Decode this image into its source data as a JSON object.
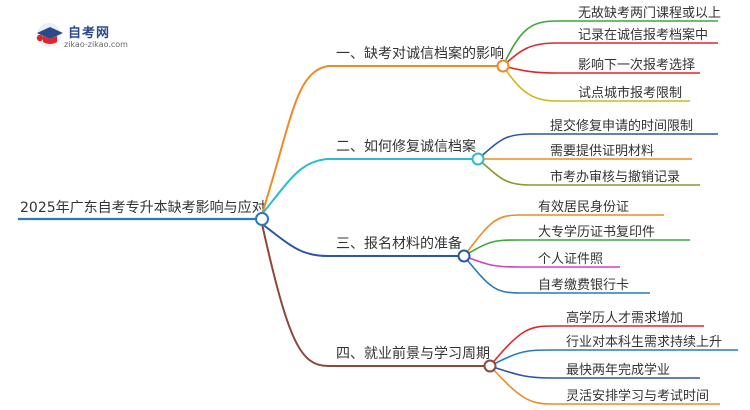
{
  "logo": {
    "name": "自考网",
    "url": "zikao-zikao.com"
  },
  "root": {
    "label": "2025年广东自考专升本缺考影响与应对"
  },
  "branches": [
    {
      "label": "一、缺考对诚信档案的影响",
      "color": "#f08a24",
      "leaves": [
        {
          "label": "无故缺考两门课程或以上",
          "color": "#3aa83a"
        },
        {
          "label": "记录在诚信报考档案中",
          "color": "#e0262a"
        },
        {
          "label": "影响下一次报考选择",
          "color": "#e0262a"
        },
        {
          "label": "试点城市报考限制",
          "color": "#c9b820"
        }
      ]
    },
    {
      "label": "二、如何修复诚信档案",
      "color": "#2bbcd0",
      "leaves": [
        {
          "label": "提交修复申请的时间限制",
          "color": "#2a55a8"
        },
        {
          "label": "需要提供证明材料",
          "color": "#f08a24"
        },
        {
          "label": "市考办审核与撤销记录",
          "color": "#8a9a2a"
        }
      ]
    },
    {
      "label": "三、报名材料的准备",
      "color": "#2a55a8",
      "leaves": [
        {
          "label": "有效居民身份证",
          "color": "#f08a24"
        },
        {
          "label": "大专学历证书复印件",
          "color": "#3aa83a"
        },
        {
          "label": "个人证件照",
          "color": "#d040c0"
        },
        {
          "label": "自考缴费银行卡",
          "color": "#2a7ab8"
        }
      ]
    },
    {
      "label": "四、就业前景与学习周期",
      "color": "#8a4a3a",
      "leaves": [
        {
          "label": "高学历人才需求增加",
          "color": "#e0262a"
        },
        {
          "label": "行业对本科生需求持续上升",
          "color": "#2a7ab8"
        },
        {
          "label": "最快两年完成学业",
          "color": "#2a55a8"
        },
        {
          "label": "灵活安排学习与考试时间",
          "color": "#f08a24"
        }
      ]
    }
  ]
}
